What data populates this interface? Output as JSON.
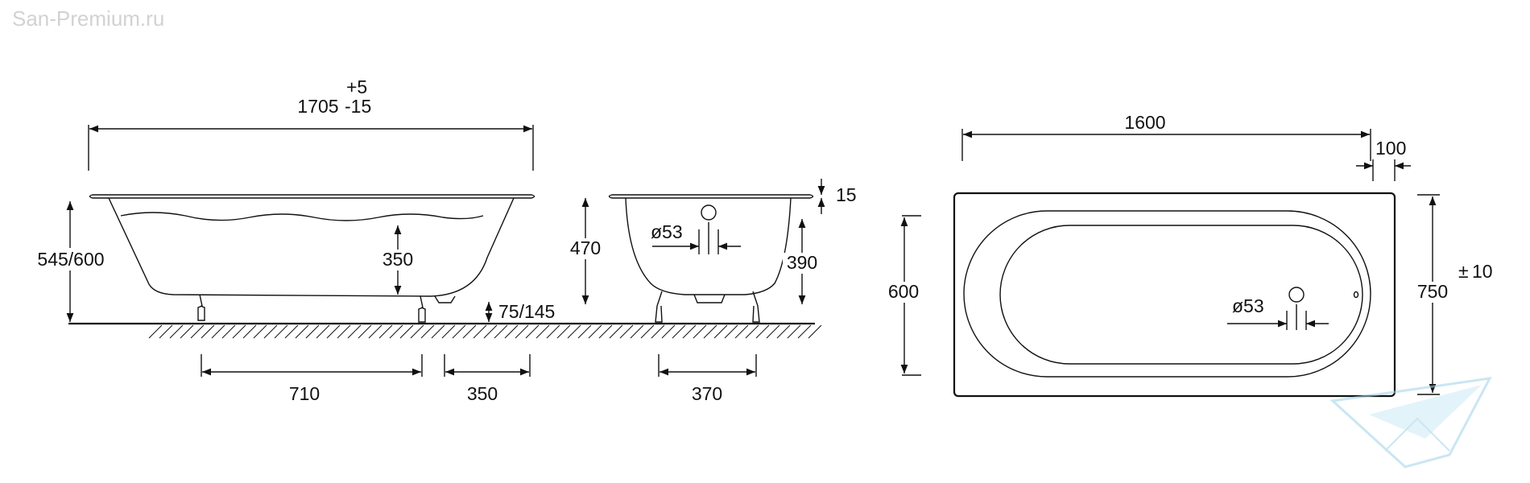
{
  "watermark": "San-Premium.ru",
  "side_view": {
    "length": "1705",
    "tol_plus": "+5",
    "tol_minus": "-15",
    "height": "545/600",
    "depth": "350",
    "clearance": "75/145",
    "leg_spacing_a": "710",
    "leg_spacing_b": "350"
  },
  "end_view": {
    "rim": "15",
    "height": "470",
    "drain_dia": "ø53",
    "inner_depth": "390",
    "leg_spacing": "370"
  },
  "top_view": {
    "length": "1600",
    "offset": "100",
    "inner_width": "600",
    "width": "750",
    "tol_pm": "±",
    "tol_value": "10",
    "drain_dia": "ø53"
  },
  "colors": {
    "line": "#111111",
    "watermark": "#d2d2d2",
    "logo": "#9fd3ea"
  }
}
